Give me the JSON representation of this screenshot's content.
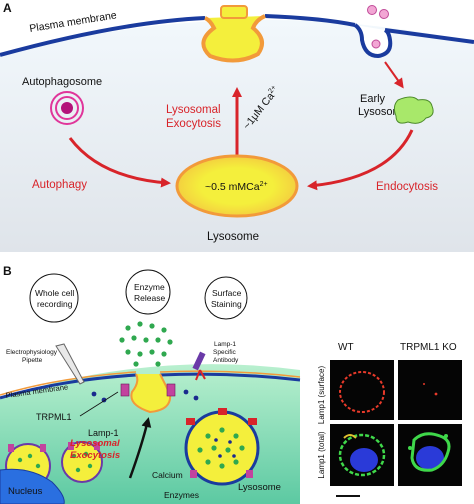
{
  "panel_a": {
    "letter": "A",
    "plasma_membrane": "Plasma membrane",
    "autophagosome": "Autophagosome",
    "early_lysosome_1": "Early",
    "early_lysosome_2": "Lysosome",
    "lysosomal_1": "Lysosomal",
    "exocytosis": "Exocytosis",
    "ca_um": "~1μM Ca",
    "ca_um_sup": "2+",
    "autophagy": "Autophagy",
    "endocytosis": "Endocytosis",
    "lyso_ca": "~0.5 mMCa",
    "lyso_ca_sup": "2+",
    "lysosome": "Lysosome"
  },
  "panel_b": {
    "letter": "B",
    "whole_cell_1": "Whole cell",
    "whole_cell_2": "recording",
    "enzyme_1": "Enzyme",
    "enzyme_2": "Release",
    "surface_1": "Surface",
    "surface_2": "Staining",
    "electro_1": "Electrophysiology",
    "electro_2": "Pipette",
    "lamp_ab_1": "Lamp-1",
    "lamp_ab_2": "Specific",
    "lamp_ab_3": "Antibody",
    "plasma_membrane": "Plasma membrane",
    "trpml1": "TRPML1",
    "lamp1": "Lamp-1",
    "lysosomal": "Lysosomal",
    "exocytosis": "Exocytosis",
    "calcium": "Calcium",
    "lysosome": "Lysosome",
    "enzymes": "Enzymes",
    "nucleus": "Nucleus",
    "wt": "WT",
    "ko": "TRPML1 KO",
    "row1": "Lamp1 (surface)",
    "row2": "Lamp1 (total)"
  },
  "colors": {
    "membrane_blue": "#1a3b9e",
    "lysosome_yellow": "#f2ee3a",
    "lysosome_orange": "#f29a3a",
    "arrow_red": "#d8242a",
    "cell_green": "#8fe3b3"
  }
}
